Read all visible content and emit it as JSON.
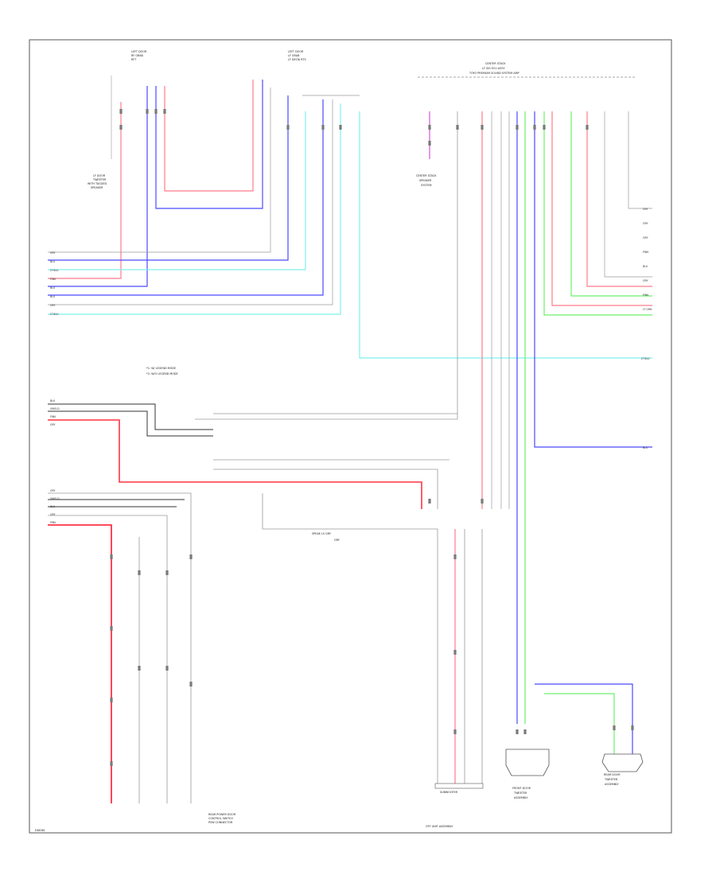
{
  "page_code": "E46081",
  "header": {
    "left_door": [
      "LEFT DOOR",
      "RF GRAB",
      "RFT"
    ],
    "mid_door": [
      "LEFT DOOR",
      "LF GRAB",
      "LF DELTA RTS"
    ],
    "right_module": [
      "CENTER STACK",
      "LF SIG ECU ASSY",
      "TOYO PREMIUM SOUND SYSTEM AMP"
    ]
  },
  "labels": {
    "lf_door_tweeter": [
      "LF DOOR",
      "TWEETER",
      "WITH TAGGED",
      "SPEAKER"
    ],
    "center_speaker": [
      "CENTER STACK",
      "SPEAKER",
      "SYSTEM"
    ],
    "legend_a": "*1: W/ LEGEND MODE",
    "legend_b": "*2: W/O LEGEND MODE",
    "inline_text": "SPEAK LS GRY",
    "inline_sub": "GRY",
    "bottom_left": [
      "REAR POWER DOOR",
      "CONTROL SWITCH",
      "PSW CONNECTOR"
    ],
    "subwoofer": "SUBWOOFER",
    "bottom_center": "OFF UNIT ASSEMBLY",
    "rr_speaker": [
      "FRONT DOOR",
      "TWEETER",
      "ASSEMBLY"
    ],
    "rear_speaker": [
      "REAR DOOR",
      "TWEETER",
      "ASSEMBLY"
    ]
  },
  "wire_tags": {
    "left_rows": [
      "GRY",
      "BLU",
      "LT BLU",
      "PINK",
      "BLU",
      "BLU",
      "GRY",
      "LT BLU"
    ],
    "mid_rows": [
      "BLK",
      "SHIELD",
      "PINK",
      "GRY"
    ],
    "low_rows": [
      "GRY",
      "SHIELD",
      "BLK",
      "GRY",
      "PINK"
    ],
    "right_rows": [
      "GRY",
      "GRY",
      "GRY",
      "PINK",
      "BLU",
      "GRY",
      "PINK",
      "LT GRN"
    ],
    "far_right": [
      "LT BLU",
      "BLU"
    ]
  },
  "colors": {
    "pink": "#ff7b8a",
    "red": "#ff3344",
    "blue": "#4b4bff",
    "lt_blue": "#7ff0ee",
    "green": "#6cf06c",
    "magenta": "#d455d4",
    "gray": "#9a9a9a",
    "dark": "#333333"
  }
}
